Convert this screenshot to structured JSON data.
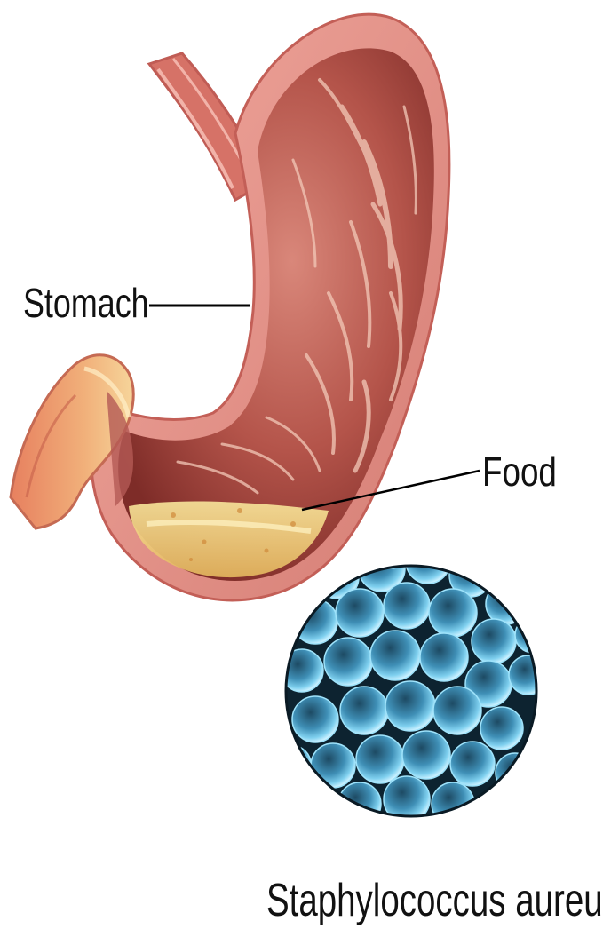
{
  "labels": {
    "stomach": "Stomach",
    "food": "Food",
    "bacteria": "Staphylococcus aureus"
  },
  "colors": {
    "stomach_outer": "#e8948c",
    "stomach_inner": "#a5463f",
    "rugae_highlight": "#f2c9b8",
    "food": "#f0d37a",
    "duodenum": "#e9a86a",
    "bacteria_bg": "#0d2330",
    "bacteria_cell": "#6fc4e6",
    "text": "#111111"
  }
}
